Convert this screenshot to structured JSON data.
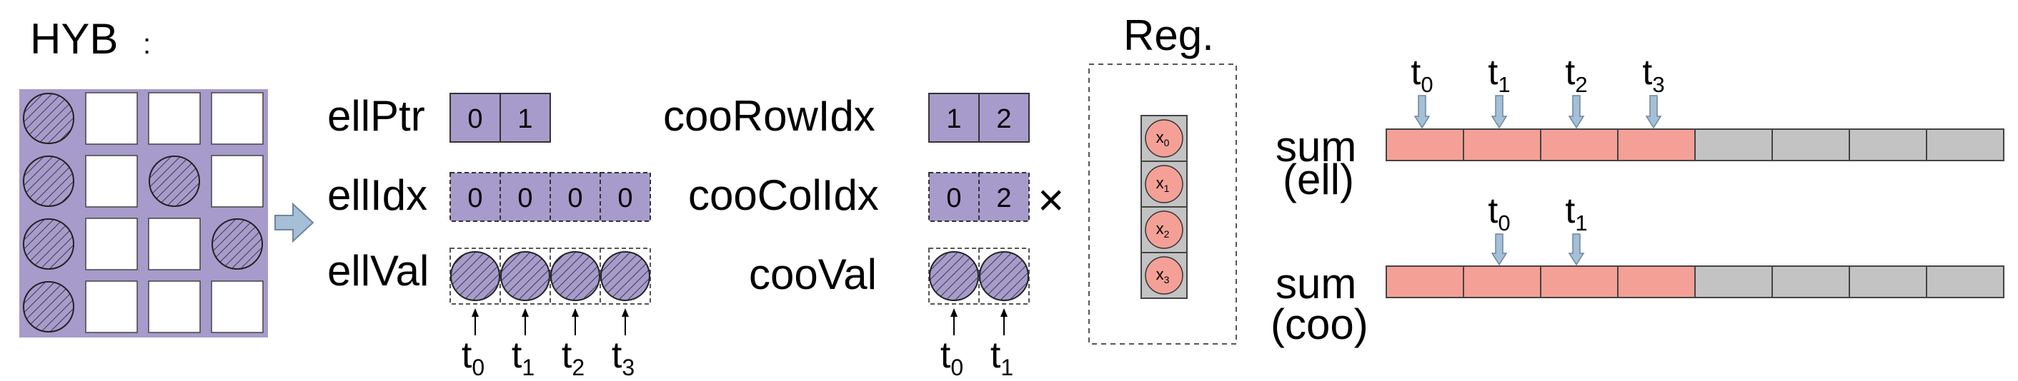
{
  "title": "HYB",
  "title_suffix": ":",
  "matrix": {
    "rows": [
      [
        true,
        false,
        false,
        false
      ],
      [
        true,
        false,
        true,
        false
      ],
      [
        true,
        false,
        false,
        true
      ],
      [
        true,
        false,
        false,
        false
      ]
    ]
  },
  "ell": {
    "ptr_label": "ellPtr",
    "ptr_values": [
      "0",
      "1"
    ],
    "idx_label": "ellIdx",
    "idx_values": [
      "0",
      "0",
      "0",
      "0"
    ],
    "val_label": "ellVal",
    "val_count": 4,
    "threads": [
      {
        "base": "t",
        "sub": "0"
      },
      {
        "base": "t",
        "sub": "1"
      },
      {
        "base": "t",
        "sub": "2"
      },
      {
        "base": "t",
        "sub": "3"
      }
    ]
  },
  "coo": {
    "row_label": "cooRowIdx",
    "row_values": [
      "1",
      "2"
    ],
    "col_label": "cooColIdx",
    "col_values": [
      "0",
      "2"
    ],
    "val_label": "cooVal",
    "val_count": 2,
    "threads": [
      {
        "base": "t",
        "sub": "0"
      },
      {
        "base": "t",
        "sub": "1"
      }
    ]
  },
  "times_symbol": "×",
  "reg": {
    "label": "Reg.",
    "vector": [
      {
        "base": "x",
        "sub": "0"
      },
      {
        "base": "x",
        "sub": "1"
      },
      {
        "base": "x",
        "sub": "2"
      },
      {
        "base": "x",
        "sub": "3"
      }
    ]
  },
  "sum_ell": {
    "label_line1": "sum",
    "label_line2": "(ell)",
    "threads": [
      {
        "base": "t",
        "sub": "0"
      },
      {
        "base": "t",
        "sub": "1"
      },
      {
        "base": "t",
        "sub": "2"
      },
      {
        "base": "t",
        "sub": "3"
      }
    ],
    "filled": 4,
    "total": 8
  },
  "sum_coo": {
    "label_line1": "sum",
    "label_line2": "(coo)",
    "threads": [
      {
        "base": "t",
        "sub": "0"
      },
      {
        "base": "t",
        "sub": "1"
      }
    ],
    "filled": 4,
    "total": 8
  },
  "colors": {
    "purple": "#a79bcb",
    "pink": "#f4a096",
    "gray": "#c3c3c3",
    "arrow": "#a5bfd6"
  }
}
